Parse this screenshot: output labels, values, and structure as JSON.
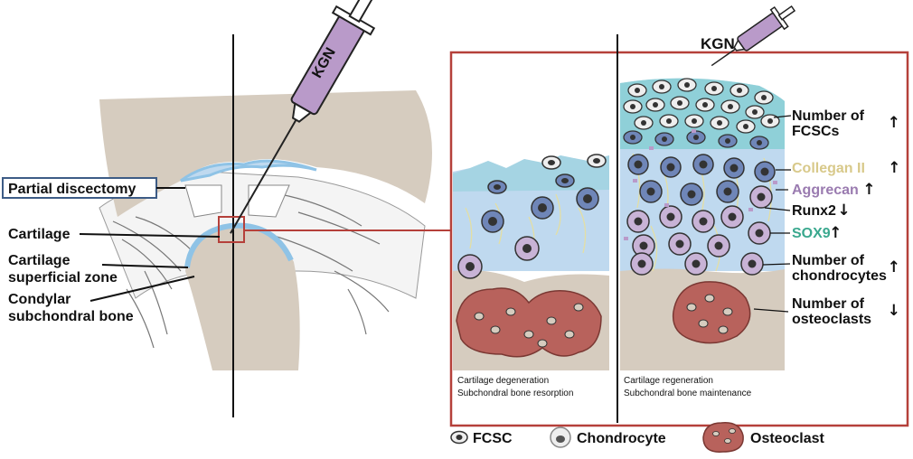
{
  "left_panel": {
    "drug_label": "KGN",
    "partial_discectomy": "Partial discectomy",
    "cartilage": "Cartilage",
    "superficial_zone": [
      "Cartilage",
      "superficial zone"
    ],
    "subchondral_bone": [
      "Condylar",
      "subchondral bone"
    ]
  },
  "right_panel": {
    "drug_label": "KGN",
    "degeneration_caption": [
      "Cartilage degeneration",
      "Subchondral bone resorption"
    ],
    "regeneration_caption": [
      "Cartilage regeneration",
      "Subchondral bone maintenance"
    ],
    "markers": [
      {
        "lines": [
          "Number of",
          "FCSCs"
        ],
        "arrow": "↑",
        "color": "#111111"
      },
      {
        "lines": [
          "Collegan II"
        ],
        "arrow": "↑",
        "color": "#d8c98a"
      },
      {
        "lines": [
          "Aggrecan"
        ],
        "arrow": "↑",
        "color": "#9a7bb0"
      },
      {
        "lines": [
          "Runx2"
        ],
        "arrow": "↓",
        "color": "#111111"
      },
      {
        "lines": [
          "SOX9"
        ],
        "arrow": "↑",
        "color": "#3aa88e"
      },
      {
        "lines": [
          "Number of",
          "chondrocytes"
        ],
        "arrow": "↑",
        "color": "#111111"
      },
      {
        "lines": [
          "Number of",
          "osteoclasts"
        ],
        "arrow": "↓",
        "color": "#111111"
      }
    ]
  },
  "legend": {
    "fcsc": "FCSC",
    "chondrocyte": "Chondrocyte",
    "osteoclast": "Osteoclast"
  },
  "colors": {
    "frame": "#b5403a",
    "bone": "#d6ccbf",
    "cartilage_blue": "#bfd9ef",
    "superficial_teal": "#8fd0d8",
    "syringe_purple": "#b99ac9",
    "osteoclast": "#b8625c",
    "chondrocyte_fill": "#c8b3d6",
    "fcsc_fill": "#6f86b8"
  }
}
